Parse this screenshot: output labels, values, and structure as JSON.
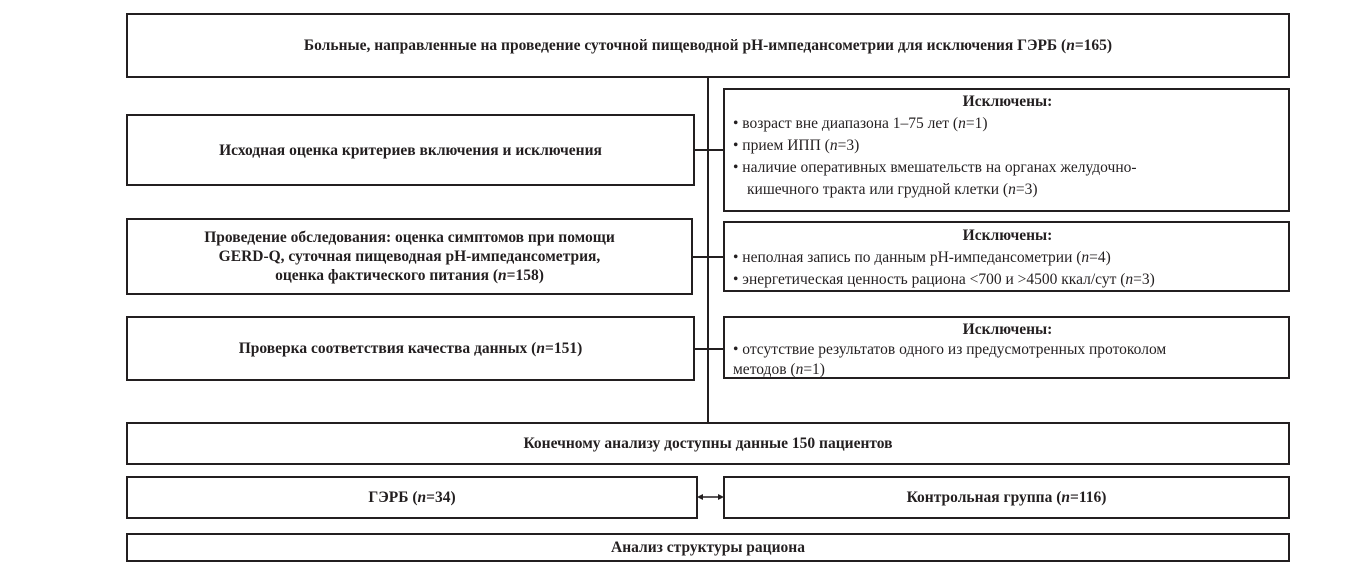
{
  "n": "n",
  "top": {
    "pre": "Больные, направленные на проведение суточной пищеводной pH-импедансометрии для исключения ГЭРБ (",
    "post": "=165)"
  },
  "step1": {
    "text": "Исходная оценка критериев включения и исключения"
  },
  "step2": {
    "line1": "Проведение обследования: оценка симптомов при помощи",
    "line2": "GERD-Q, суточная пищеводная pH-импедансометрия,",
    "line3_pre": "оценка фактического питания (",
    "line3_post": "=158)"
  },
  "step3": {
    "pre": "Проверка соответствия качества данных (",
    "post": "=151)"
  },
  "excluded_title": "Исключены:",
  "excl1": [
    {
      "pre": "• возраст вне диапазона 1–75 лет (",
      "post": "=1)"
    },
    {
      "pre": "• прием ИПП (",
      "post": "=3)"
    },
    {
      "pre": "• наличие оперативных вмешательств на органах желудочно-",
      "post2_pre": "кишечного тракта или грудной клетки (",
      "post": "=3)"
    }
  ],
  "excl2": [
    {
      "pre": "• неполная запись по данным pH-импедансометрии (",
      "post": "=4)"
    },
    {
      "pre": "• энергетическая ценность рациона <700 и >4500 ккал/сут (",
      "post": "=3)"
    }
  ],
  "excl3": [
    {
      "pre": "• отсутствие результатов одного из предусмотренных протоколом",
      "post2_pre": "методов (",
      "post": "=1)"
    }
  ],
  "final": {
    "text": "Конечному анализу доступны данные 150 пациентов"
  },
  "gerb": {
    "pre": "ГЭРБ (",
    "post": "=34)"
  },
  "control": {
    "pre": "Контрольная группа (",
    "post": "=116)"
  },
  "analysis": {
    "text": "Анализ структуры рациона"
  }
}
